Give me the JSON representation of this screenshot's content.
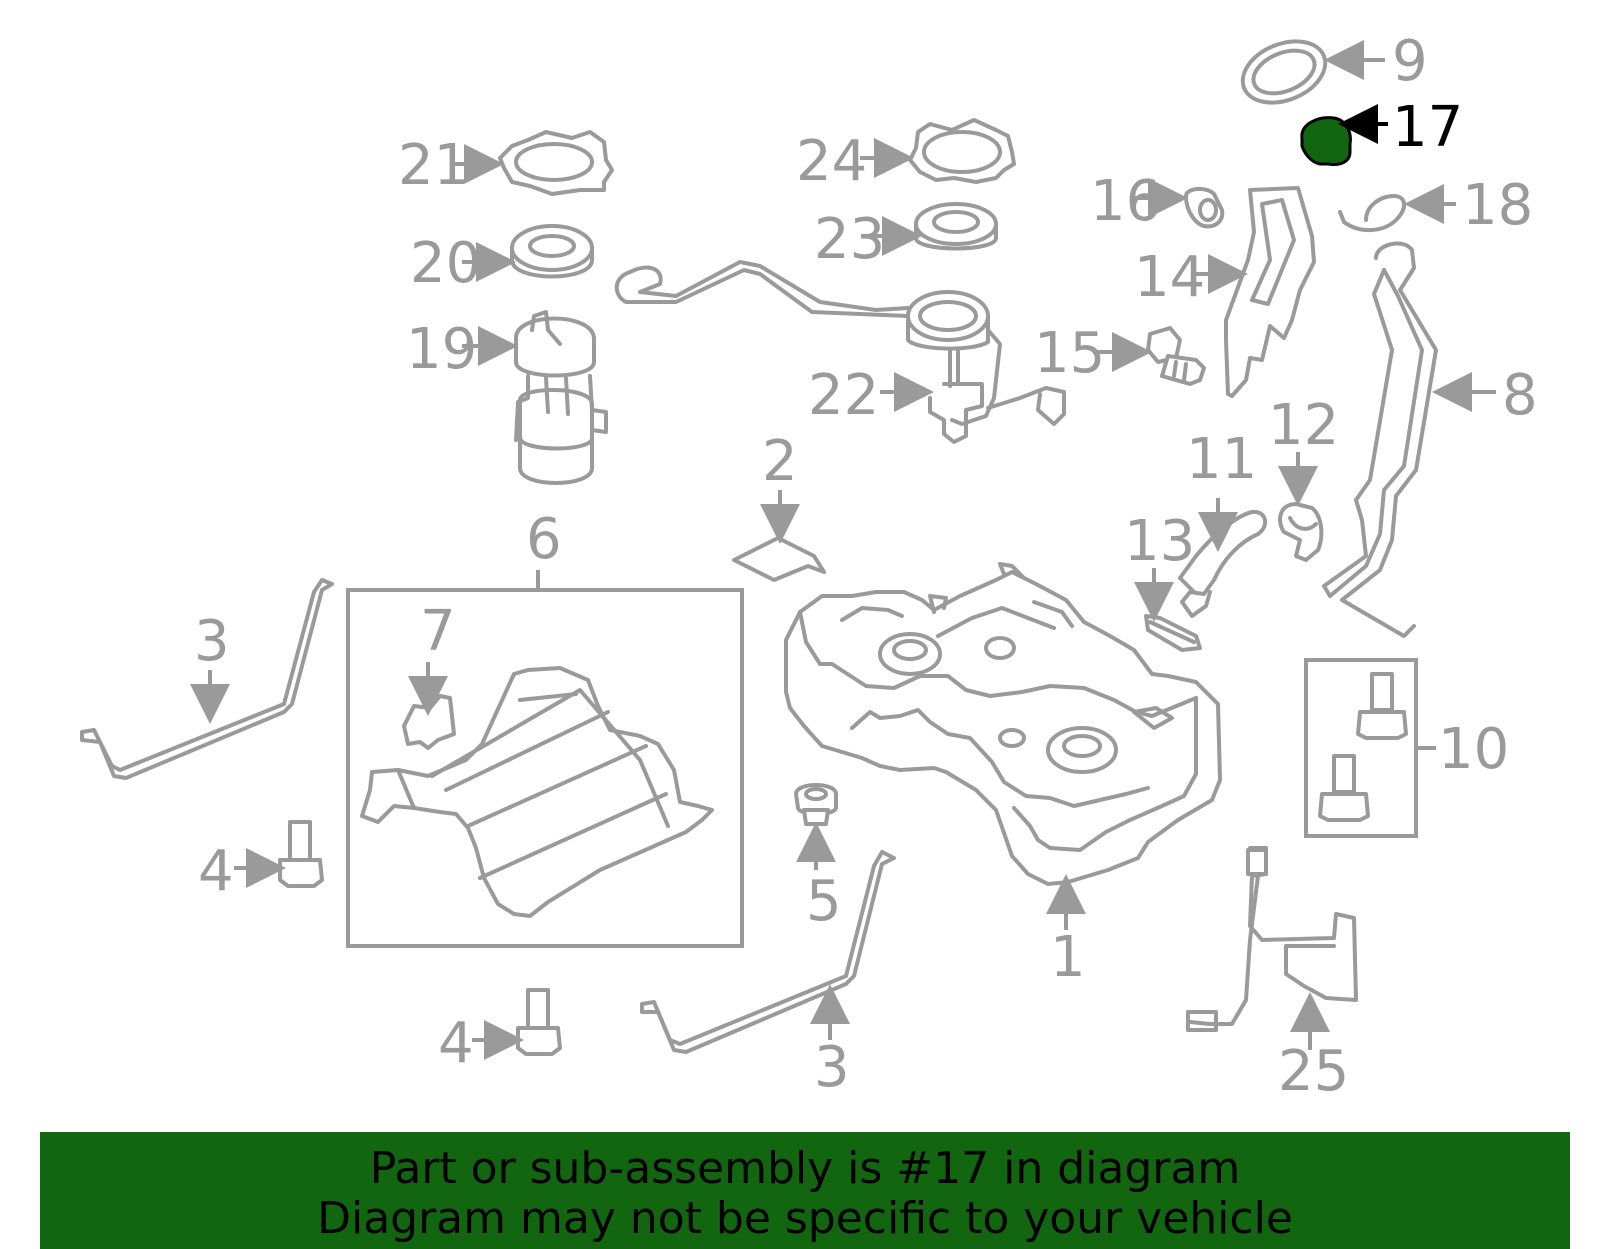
{
  "highlight_color": "#136610",
  "callouts": {
    "c1": "1",
    "c2": "2",
    "c3a": "3",
    "c3b": "3",
    "c4a": "4",
    "c4b": "4",
    "c5": "5",
    "c6": "6",
    "c7": "7",
    "c8": "8",
    "c9": "9",
    "c10": "10",
    "c11": "11",
    "c12": "12",
    "c13": "13",
    "c14": "14",
    "c15": "15",
    "c16": "16",
    "c17": "17",
    "c18": "18",
    "c19": "19",
    "c20": "20",
    "c21": "21",
    "c22": "22",
    "c23": "23",
    "c24": "24",
    "c25": "25"
  },
  "banner": {
    "line1": "Part or sub-assembly is #17 in diagram",
    "line2": "Diagram may not be specific to your vehicle"
  }
}
